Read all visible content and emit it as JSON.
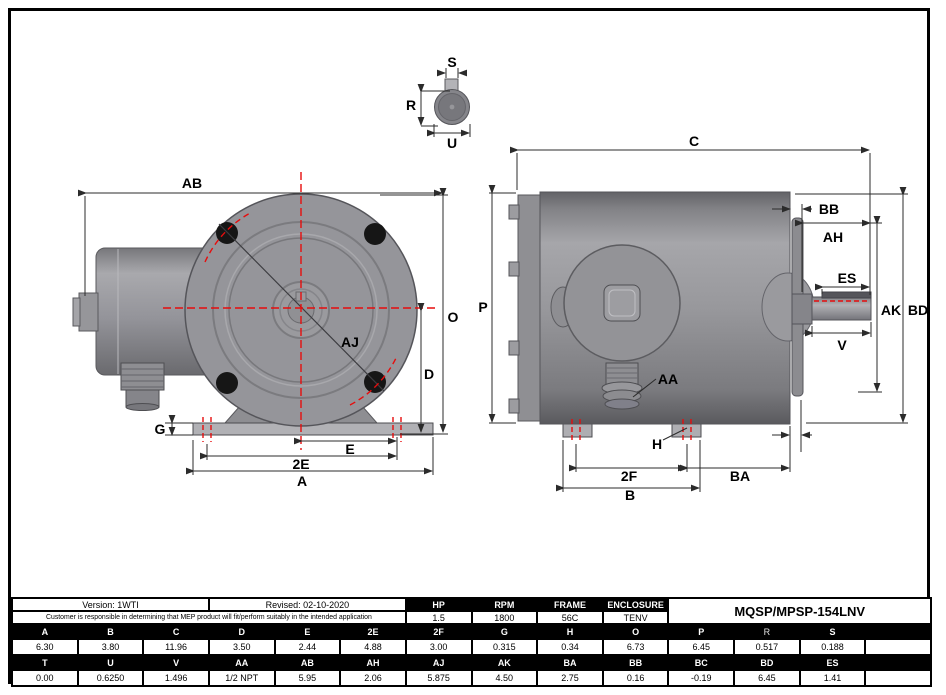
{
  "drawing": {
    "labels": {
      "AB": "AB",
      "O": "O",
      "D": "D",
      "G": "G",
      "E": "E",
      "E2": "2E",
      "A": "A",
      "AJ": "AJ",
      "S": "S",
      "R": "R",
      "U": "U",
      "C": "C",
      "P": "P",
      "BB": "BB",
      "AH": "AH",
      "ES": "ES",
      "AK": "AK",
      "BD": "BD",
      "V": "V",
      "AA": "AA",
      "H": "H",
      "F2": "2F",
      "BA": "BA",
      "B": "B"
    },
    "colors": {
      "centerline_red": "#e60d0d",
      "body_gray": "#95959a",
      "dim_line": "#2b2b2b",
      "bolt_hole": "#161616"
    }
  },
  "table": {
    "info": {
      "version": "Version: 1WTI",
      "revised": "Revised: 02-10-2020",
      "disclaimer": "Customer is responsible in determining that MEP product will fit/perform suitably in the intended application",
      "model": "MQSP/MPSP-154LNV"
    },
    "specs": {
      "headers": [
        "HP",
        "RPM",
        "FRAME",
        "ENCLOSURE"
      ],
      "values": [
        "1.5",
        "1800",
        "56C",
        "TENV"
      ]
    },
    "dims1": {
      "headers": [
        "A",
        "B",
        "C",
        "D",
        "E",
        "2E",
        "2F",
        "G",
        "H",
        "O",
        "P",
        "R",
        "S",
        ""
      ],
      "values": [
        "6.30",
        "3.80",
        "11.96",
        "3.50",
        "2.44",
        "4.88",
        "3.00",
        "0.315",
        "0.34",
        "6.73",
        "6.45",
        "0.517",
        "0.188",
        ""
      ]
    },
    "dims2": {
      "headers": [
        "T",
        "U",
        "V",
        "AA",
        "AB",
        "AH",
        "AJ",
        "AK",
        "BA",
        "BB",
        "BC",
        "BD",
        "ES",
        ""
      ],
      "values": [
        "0.00",
        "0.6250",
        "1.496",
        "1/2 NPT",
        "5.95",
        "2.06",
        "5.875",
        "4.50",
        "2.75",
        "0.16",
        "-0.19",
        "6.45",
        "1.41",
        ""
      ]
    }
  }
}
